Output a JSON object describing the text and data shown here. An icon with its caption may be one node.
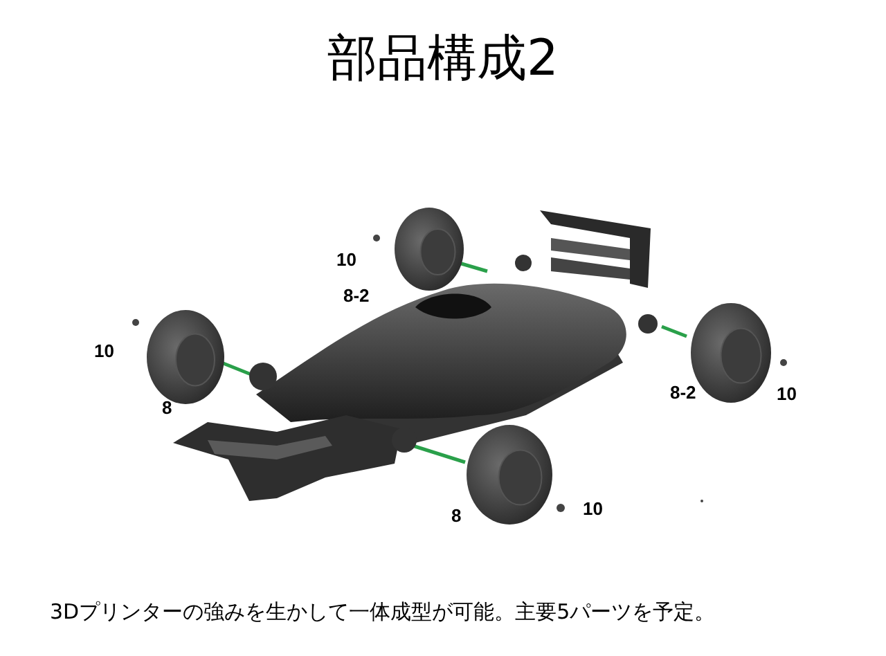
{
  "diagram": {
    "title": "部品構成2",
    "caption": "3Dプリンターの強みを生かして一体成型が可能。主要5パーツを予定。",
    "labels": [
      "10",
      "8-2",
      "10",
      "8-2",
      "10",
      "8",
      "10",
      "8"
    ]
  }
}
